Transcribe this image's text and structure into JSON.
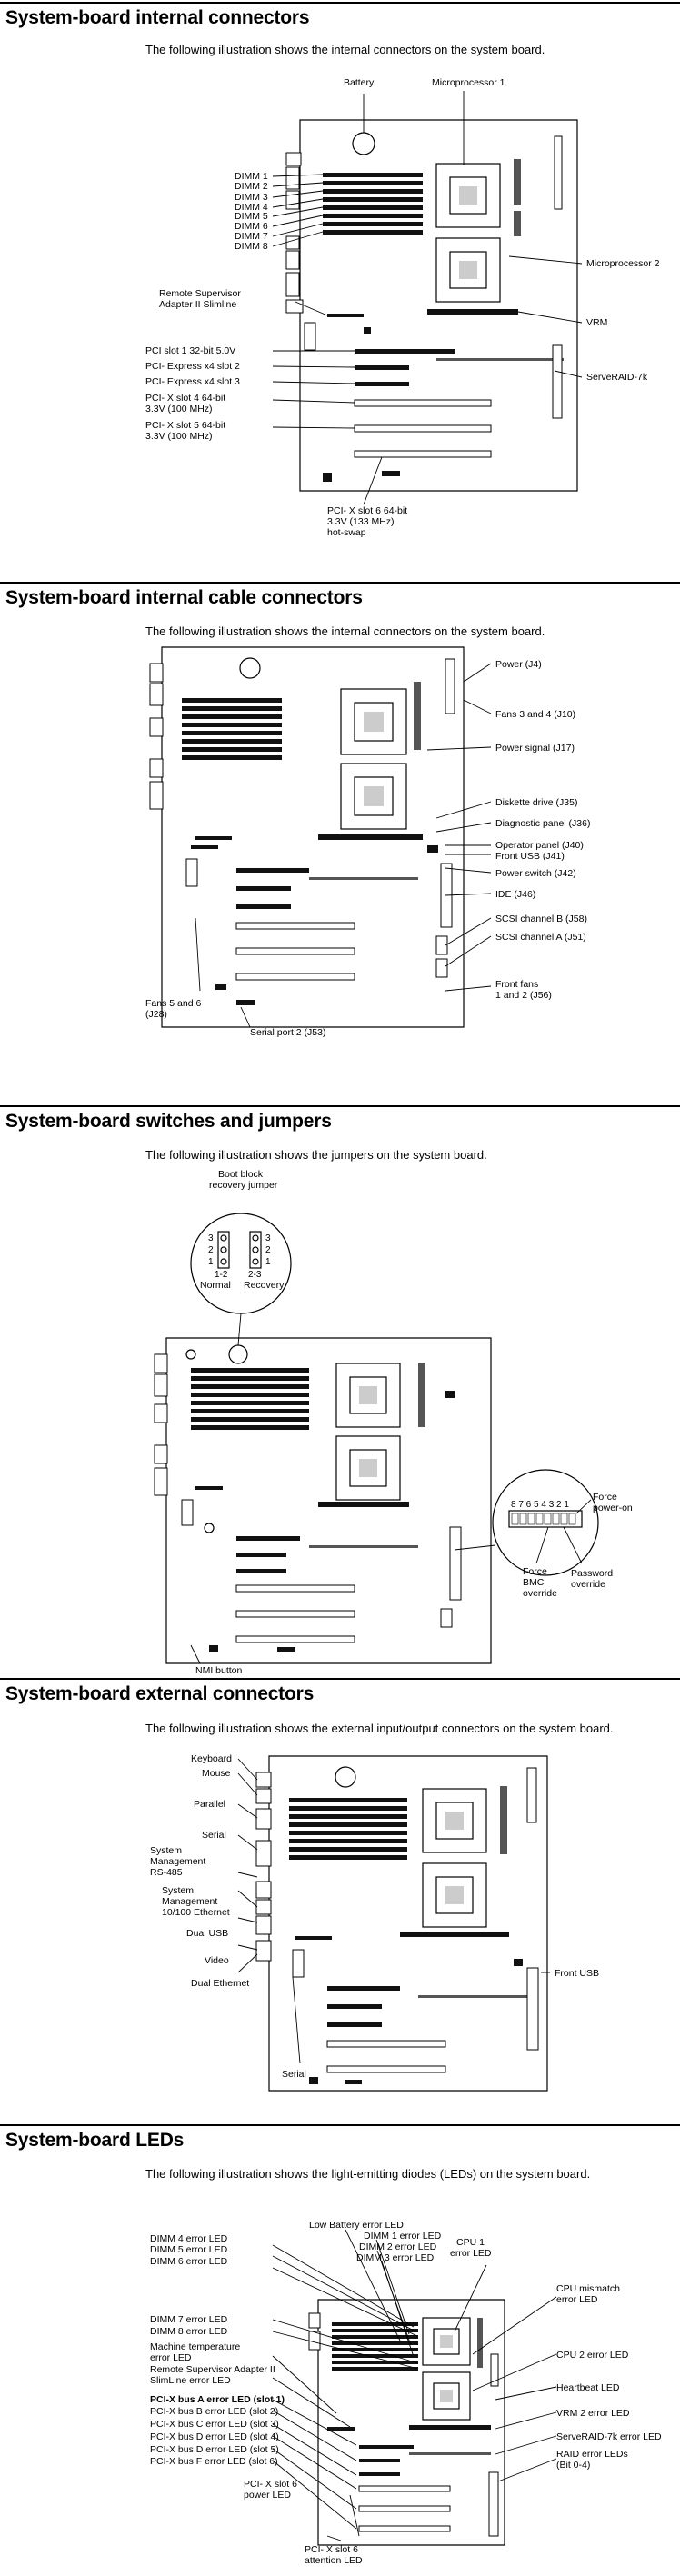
{
  "sections": [
    {
      "title": "System-board internal connectors",
      "intro": "The following illustration shows the internal connectors on the system board.",
      "labels": {
        "battery": "Battery",
        "micro1": "Microprocessor 1",
        "micro2": "Microprocessor 2",
        "dimm1": "DIMM 1",
        "dimm2": "DIMM 2",
        "dimm3": "DIMM 3",
        "dimm4": "DIMM 4",
        "dimm5": "DIMM 5",
        "dimm6": "DIMM 6",
        "dimm7": "DIMM 7",
        "dimm8": "DIMM 8",
        "rsa1": "Remote Supervisor",
        "rsa2": "Adapter II Slimline",
        "vrm": "VRM",
        "pci1": "PCI slot 1 32-bit 5.0V",
        "pci2": "PCI- Express x4 slot 2",
        "pci3": "PCI- Express x4 slot 3",
        "pci4a": "PCI- X slot 4  64-bit",
        "pci4b": "3.3V (100 MHz)",
        "pci5a": "PCI- X slot 5  64-bit",
        "pci5b": "3.3V (100 MHz)",
        "serveraid": "ServeRAID-7k",
        "pci6a": "PCI- X slot 6 64-bit",
        "pci6b": "3.3V (133 MHz)",
        "pci6c": "hot-swap"
      }
    },
    {
      "title": "System-board internal cable connectors",
      "intro": "The following illustration shows the internal connectors on the system board.",
      "labels": {
        "power": "Power (J4)",
        "fans34": "Fans 3 and 4 (J10)",
        "powersig": "Power signal (J17)",
        "diskette": "Diskette drive (J35)",
        "diag": "Diagnostic panel (J36)",
        "oppanel": "Operator panel (J40)",
        "frontusb": "Front USB (J41)",
        "pwrswitch": "Power switch (J42)",
        "ide": "IDE (J46)",
        "scsib": "SCSI channel B (J58)",
        "scsia": "SCSI channel A (J51)",
        "frontfans1": "Front fans",
        "frontfans2": "1 and 2 (J56)",
        "fans56a": "Fans 5 and 6",
        "fans56b": "(J28)",
        "serial2": "Serial port 2 (J53)"
      }
    },
    {
      "title": "System-board switches and jumpers",
      "intro": "The following illustration shows the jumpers on the system board.",
      "labels": {
        "boot1": "Boot block",
        "boot2": "recovery jumper",
        "n3a": "3",
        "n2a": "2",
        "n1a": "1",
        "n3b": "3",
        "n2b": "2",
        "n1b": "1",
        "normalpins": "1-2",
        "recoverypins": "2-3",
        "normal": "Normal",
        "recovery": "Recovery",
        "switchnums": "8 7 6 5 4 3 2 1",
        "force1": "Force",
        "force2": "power-on",
        "bmc1": "Force",
        "bmc2": "BMC",
        "bmc3": "override",
        "pwd1": "Password",
        "pwd2": "override",
        "nmi": "NMI button"
      }
    },
    {
      "title": "System-board external connectors",
      "intro": "The following illustration shows the external input/output connectors on the system board.",
      "labels": {
        "keyboard": "Keyboard",
        "mouse": "Mouse",
        "parallel": "Parallel",
        "serial": "Serial",
        "sysmgmt1": "System",
        "sysmgmt2": "Management",
        "sysmgmt3": "RS-485",
        "sme1": "System",
        "sme2": "Management",
        "sme3": "10/100 Ethernet",
        "dualusb": "Dual USB",
        "video": "Video",
        "dualeth": "Dual Ethernet",
        "frontusb": "Front USB",
        "serialbottom": "Serial"
      }
    },
    {
      "title": "System-board LEDs",
      "intro": "The following illustration shows the light-emitting diodes (LEDs) on the system board.",
      "labels": {
        "lowbatt": "Low Battery error LED",
        "dimm1": "DIMM 1 error LED",
        "dimm2": "DIMM 2 error LED",
        "dimm3": "DIMM 3 error LED",
        "dimm4": "DIMM 4 error LED",
        "dimm5": "DIMM 5 error LED",
        "dimm6": "DIMM 6 error LED",
        "cpu1a": "CPU 1",
        "cpu1b": "error LED",
        "cpumis1": "CPU mismatch",
        "cpumis2": "error LED",
        "dimm7": "DIMM 7 error LED",
        "dimm8": "DIMM 8 error LED",
        "cpu2": "CPU 2 error LED",
        "machtemp1": "Machine temperature",
        "machtemp2": "error LED",
        "heartbeat": "Heartbeat LED",
        "rsa1": "Remote Supervisor Adapter II",
        "rsa2": "SlimLine error LED",
        "pcixa": "PCI-X  bus A error LED (slot 1)",
        "pcixb": "PCI-X  bus B error LED (slot 2)",
        "vrm2": "VRM 2 error LED",
        "pcixc": "PCI-X  bus C error LED (slot 3)",
        "serveraid": "ServeRAID-7k error LED",
        "pcixd4": "PCI-X  bus D error LED (slot 4)",
        "raid1": "RAID error LEDs",
        "raid2": "(Bit 0-4)",
        "pcixd5": "PCI-X  bus D error LED (slot 5)",
        "pcixf": "PCI-X  bus F error LED (slot 6)",
        "pwr6a": "PCI- X slot 6",
        "pwr6b": "power LED",
        "att6a": "PCI- X slot 6",
        "att6b": "attention LED"
      }
    }
  ]
}
